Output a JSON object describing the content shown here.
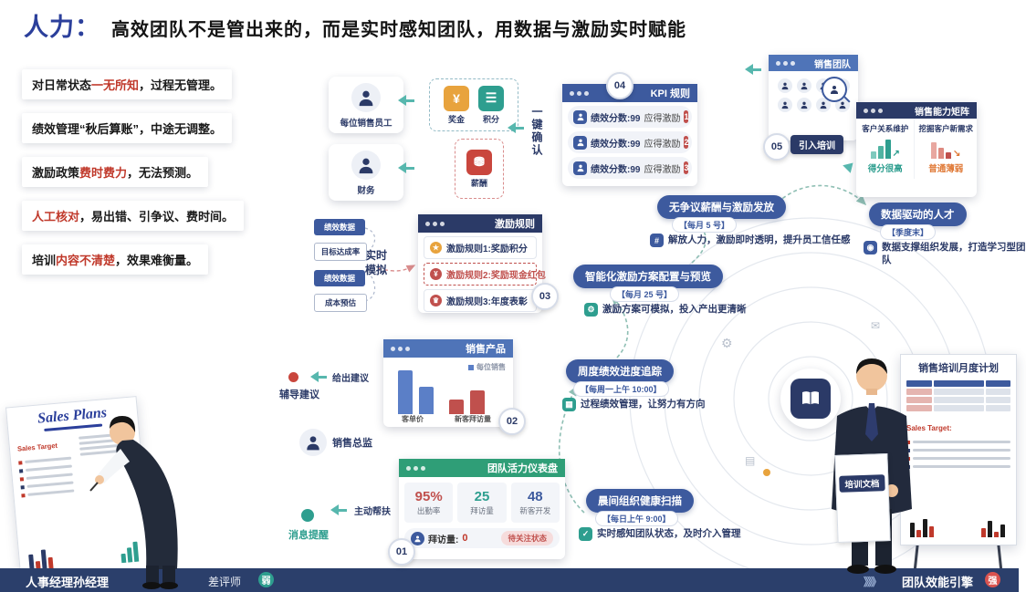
{
  "header": {
    "prefix": "人力：",
    "title": "高效团队不是管出来的，而是实时感知团队，用数据与激励实时赋能"
  },
  "painpoints": [
    {
      "pre": "对日常状态",
      "hl": "一无所知",
      "post": "，过程无管理。"
    },
    {
      "pre": "绩效管理",
      "hl": "“秋后算账”",
      "post": "，中途无调整。"
    },
    {
      "pre": "激励政策",
      "hl": "费时费力",
      "post": "，无法预测。"
    },
    {
      "pre": "",
      "hl": "人工核对",
      "post": "，易出错、引争议、费时间。"
    },
    {
      "pre": "培训",
      "hl": "内容不清楚",
      "post": "，效果难衡量。"
    }
  ],
  "actors": {
    "employee": "每位销售员工",
    "finance": "财务",
    "director": "销售总监"
  },
  "icons": {
    "bonus": "奖金",
    "points": "积分",
    "salary": "薪酬"
  },
  "labels": {
    "one_click": "一键确认",
    "realtime_sim": "实时模拟",
    "give_advice": "给出建议",
    "coach_advice": "辅导建议",
    "proactive": "主动帮扶",
    "msg_reminder": "消息提醒",
    "training_doc": "培训文档",
    "intro_training": "引入培训"
  },
  "sim_boxes": [
    "绩效数据",
    "目标达成率",
    "绩效数据",
    "成本预估"
  ],
  "steps": [
    "01",
    "02",
    "03",
    "04",
    "05"
  ],
  "win_kpi": {
    "title": "KPI 规则",
    "rows": [
      {
        "score": "绩效分数:99",
        "label": "应得激励",
        "badge": "1"
      },
      {
        "score": "绩效分数:99",
        "label": "应得激励",
        "badge": "2"
      },
      {
        "score": "绩效分数:99",
        "label": "应得激励",
        "badge": "3"
      }
    ]
  },
  "win_rules": {
    "title": "激励规则",
    "rows": [
      "激励规则1:奖励积分",
      "激励规则2:奖励现金红包",
      "激励规则3:年度表彰"
    ]
  },
  "win_products": {
    "title": "销售产品",
    "legend": "每位销售",
    "xlabels": [
      "客单价",
      "新客拜访量"
    ],
    "bars": [
      48,
      30,
      16,
      26
    ]
  },
  "win_dashboard": {
    "title": "团队活力仪表盘",
    "stats": [
      {
        "value": "95%",
        "label": "出勤率"
      },
      {
        "value": "25",
        "label": "拜访量"
      },
      {
        "value": "48",
        "label": "新客开发"
      }
    ],
    "visit_label": "拜访量:",
    "visit_value": "0",
    "tag": "待关注状态"
  },
  "win_team": {
    "title": "销售团队"
  },
  "win_matrix": {
    "title": "销售能力矩阵",
    "cols": [
      {
        "name": "客户关系维护",
        "verdict": "得分很高"
      },
      {
        "name": "挖掘客户新需求",
        "verdict": "普通薄弱"
      }
    ]
  },
  "badges": [
    {
      "title": "晨间组织健康扫描",
      "time": "【每日上午 9:00】",
      "desc": "实时感知团队状态，及时介入管理"
    },
    {
      "title": "周度绩效进度追踪",
      "time": "【每周一上午 10:00】",
      "desc": "过程绩效管理，让努力有方向"
    },
    {
      "title": "智能化激励方案配置与预览",
      "time": "【每月 25 号】",
      "desc": "激励方案可模拟，投入产出更清晰"
    },
    {
      "title": "无争议薪酬与激励发放",
      "time": "【每月 5 号】",
      "desc": "解放人力，激励即时透明，提升员工信任感"
    },
    {
      "title": "数据驱动的人才",
      "time": "【季度末】",
      "desc": "数据支撑组织发展，打造学习型团队"
    }
  ],
  "board_left": {
    "title": "Sales Plans",
    "target": "Sales Target"
  },
  "board_right": {
    "title": "销售培训月度计划",
    "target": "Sales Target:"
  },
  "footer": {
    "left_name": "人事经理孙经理",
    "left_tag": "差评师",
    "left_badge": "弱",
    "arrows": "》》》",
    "right_title": "团队效能引擎",
    "right_badge": "强"
  }
}
